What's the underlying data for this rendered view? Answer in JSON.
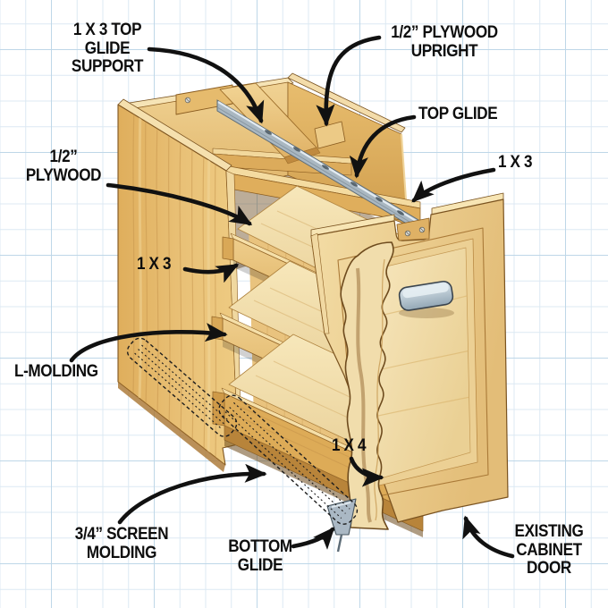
{
  "diagram": {
    "subject": "cabinet-rollout-shelves-cutaway",
    "labels": [
      {
        "id": "top-glide-support",
        "text": "1 X 3 TOP\nGLIDE\nSUPPORT"
      },
      {
        "id": "plywood-upright",
        "text": "1/2” PLYWOOD\nUPRIGHT"
      },
      {
        "id": "top-glide",
        "text": "TOP GLIDE"
      },
      {
        "id": "one-by-three-right",
        "text": "1 X 3"
      },
      {
        "id": "plywood-left",
        "text": "1/2”\nPLYWOOD"
      },
      {
        "id": "one-by-three-left",
        "text": "1 X 3"
      },
      {
        "id": "l-molding",
        "text": "L-MOLDING"
      },
      {
        "id": "screen-molding",
        "text": "3/4” SCREEN\nMOLDING"
      },
      {
        "id": "bottom-glide",
        "text": "BOTTOM\nGLIDE"
      },
      {
        "id": "one-by-four",
        "text": "1 X 4"
      },
      {
        "id": "existing-cabinet-door",
        "text": "EXISTING\nCABINET\nDOOR"
      }
    ],
    "palette": {
      "paper": "#ffffff",
      "grid_minor": "#dce9f3",
      "grid_major": "#bed7e8",
      "ink": "#111111",
      "wood_light": "#f4e0ab",
      "wood_mid": "#e5bb71",
      "wood_dark": "#c08a3f",
      "wood_outline": "#7a5320",
      "metal": "#aab8c4",
      "handle_metal": "#c6d4de"
    }
  }
}
